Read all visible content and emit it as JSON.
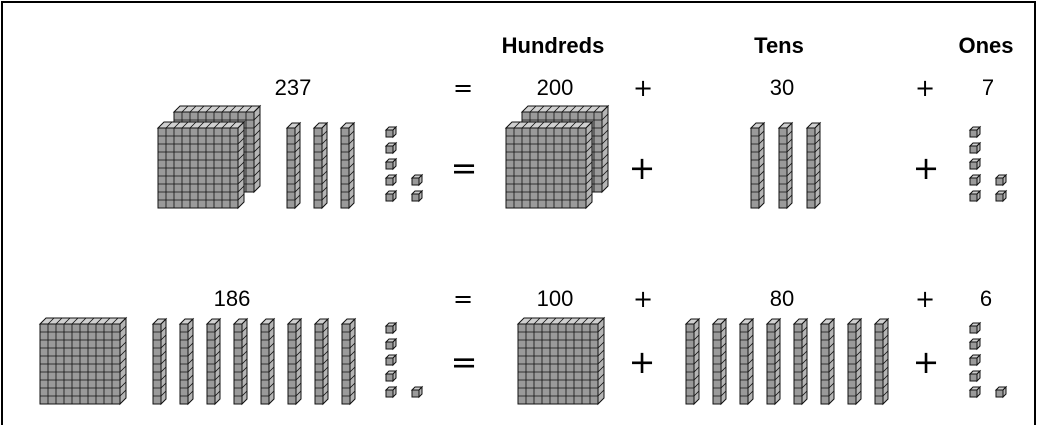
{
  "headers": {
    "hundreds": "Hundreds",
    "tens": "Tens",
    "ones": "Ones"
  },
  "rows": [
    {
      "number": "237",
      "hundreds": "200",
      "tens": "30",
      "ones": "7",
      "equals": "=",
      "plus": "+",
      "blocks": {
        "flats": 2,
        "rods": 3,
        "units": 7
      }
    },
    {
      "number": "186",
      "hundreds": "100",
      "tens": "80",
      "ones": "6",
      "equals": "=",
      "plus": "+",
      "blocks": {
        "flats": 1,
        "rods": 8,
        "units": 6
      }
    }
  ],
  "colors": {
    "block_face": "#9a9a9a",
    "block_side": "#b5b5b5",
    "block_top": "#d0d0d0",
    "grid_line": "#111111"
  }
}
